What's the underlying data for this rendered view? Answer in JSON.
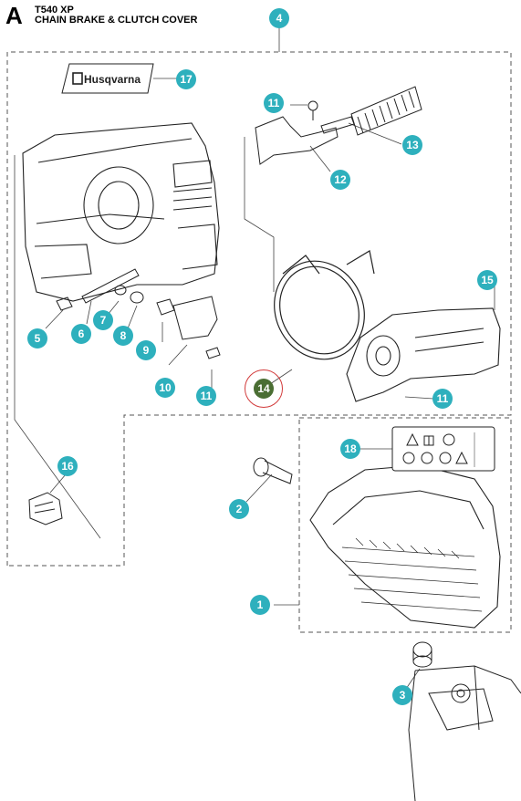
{
  "header": {
    "letter": "A",
    "model": "T540 XP",
    "title": "CHAIN BRAKE & CLUTCH COVER"
  },
  "brand_label": "Husqvarna",
  "colors": {
    "callout": "#2eb0bd",
    "callout_selected": "#4a6e33",
    "selection_box": "#d23b3b",
    "line": "#222222"
  },
  "callouts": [
    {
      "id": "1",
      "label": "1"
    },
    {
      "id": "2",
      "label": "2"
    },
    {
      "id": "3",
      "label": "3"
    },
    {
      "id": "4",
      "label": "4"
    },
    {
      "id": "5",
      "label": "5"
    },
    {
      "id": "6",
      "label": "6"
    },
    {
      "id": "7",
      "label": "7"
    },
    {
      "id": "8",
      "label": "8"
    },
    {
      "id": "9",
      "label": "9"
    },
    {
      "id": "10",
      "label": "10"
    },
    {
      "id": "11a",
      "label": "11"
    },
    {
      "id": "11b",
      "label": "11"
    },
    {
      "id": "11c",
      "label": "11"
    },
    {
      "id": "12",
      "label": "12"
    },
    {
      "id": "13",
      "label": "13"
    },
    {
      "id": "14",
      "label": "14",
      "selected": true
    },
    {
      "id": "15",
      "label": "15"
    },
    {
      "id": "16",
      "label": "16"
    },
    {
      "id": "17",
      "label": "17"
    },
    {
      "id": "18",
      "label": "18"
    }
  ]
}
